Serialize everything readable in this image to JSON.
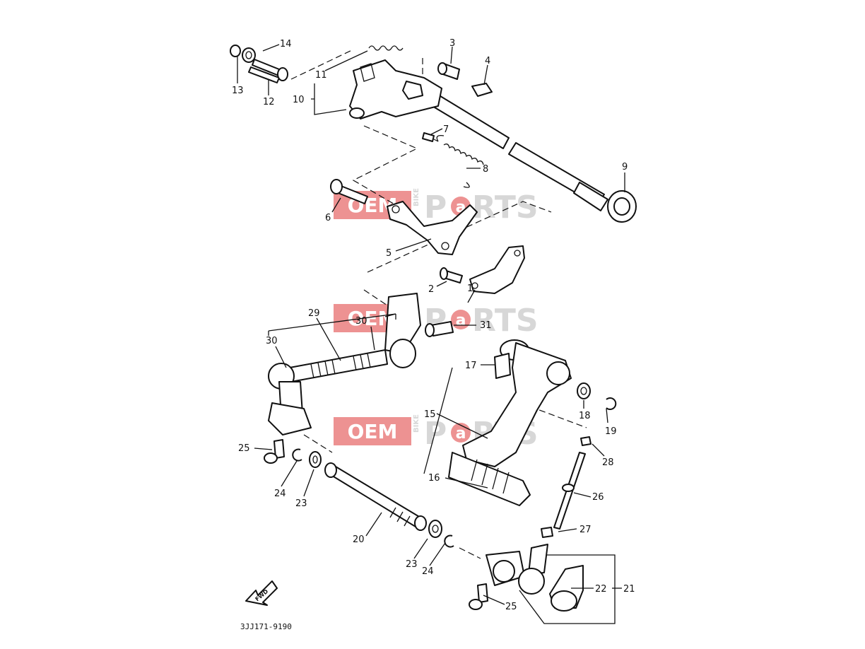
{
  "diagram": {
    "drawing_code": "3JJ171-9190",
    "front_arrow_label": "FWD",
    "callouts": [
      "1",
      "2",
      "3",
      "4",
      "5",
      "6",
      "7",
      "8",
      "9",
      "10",
      "11",
      "12",
      "13",
      "14",
      "15",
      "16",
      "17",
      "18",
      "19",
      "20",
      "21",
      "22",
      "23",
      "24",
      "25",
      "26",
      "27",
      "28",
      "29",
      "30",
      "31"
    ],
    "extra_callouts": {
      "n30b": "30",
      "n25b": "25",
      "n23b": "23",
      "n24b": "24"
    }
  },
  "watermark": {
    "oem": "OEM",
    "bike": "BIKE",
    "p": "P",
    "a": "a",
    "rts": "RTS"
  },
  "colors": {
    "watermark_red": "#e03a3a",
    "watermark_grey": "#b8b8b8",
    "line": "#111111"
  }
}
